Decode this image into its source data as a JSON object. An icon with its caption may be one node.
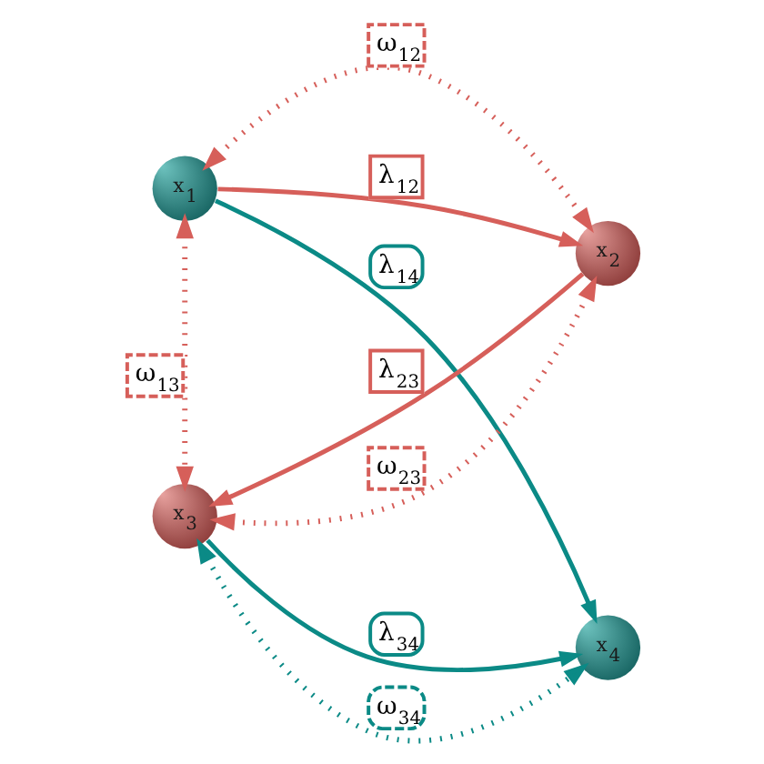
{
  "diagram": {
    "nodes": [
      {
        "text": [
          "x$_{1}$"
        ]
      },
      {
        "text": [
          "x$_{2}$"
        ]
      },
      {
        "text": [
          "x$_{3}$"
        ]
      },
      {
        "text": [
          "x$_{4}$"
        ]
      }
    ],
    "edges": [
      {
        "from": 0,
        "to": 1,
        "arrow": "both",
        "label": "ω$_{12}$",
        "style": "dashed"
      },
      {
        "from": 0,
        "to": 1,
        "arrow": "to",
        "label": "λ$_{12}$"
      },
      {
        "from": 0,
        "to": 3,
        "arrow": "to",
        "label": "λ$_{14}$",
        "color": "#0b8a86"
      },
      {
        "from": 1,
        "to": 2,
        "arrow": "to",
        "label": "λ$_{23}$"
      },
      {
        "from": 0,
        "to": 2,
        "arrow": "both",
        "label": "ω$_{13}$",
        "style": "dashed"
      },
      {
        "from": 1,
        "to": 2,
        "arrow": "both",
        "label": "ω$_{23}$",
        "style": "dashed"
      },
      {
        "from": 2,
        "to": 3,
        "arrow": "to",
        "label": "λ$_{34}$",
        "color": "#0b8a86"
      },
      {
        "from": 2,
        "to": 3,
        "arrow": "both",
        "label": "ω$_{34}$",
        "style": "dashed",
        "color": "#0b8a86"
      }
    ]
  }
}
